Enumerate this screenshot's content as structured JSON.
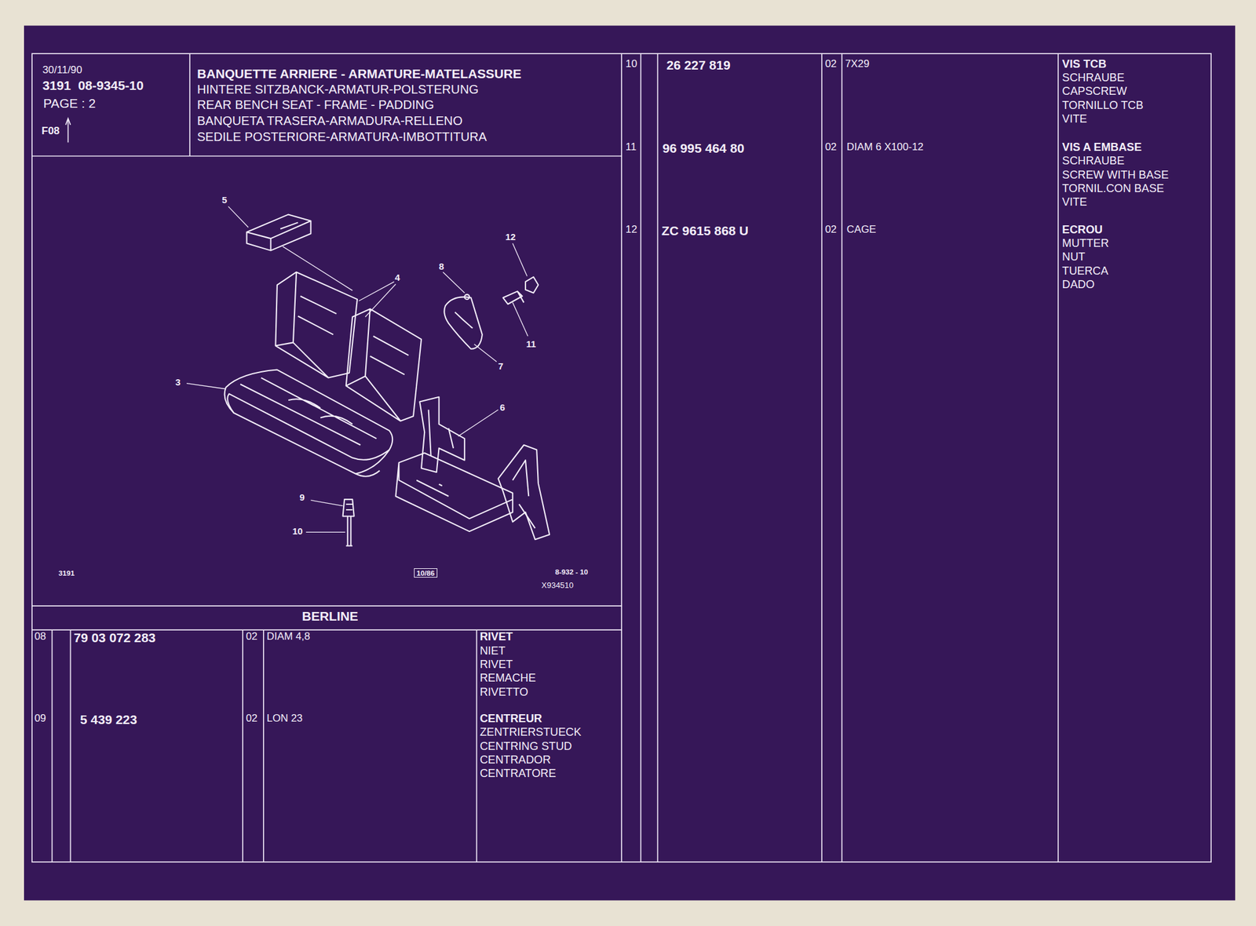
{
  "diagram": {
    "title": "BANQUETTE ARRIERE - ARMATURE-MATELASSURE",
    "labels": [
      "30/11/90",
      "3191  08-9345-10",
      "PAGE : 2",
      "F08",
      "HINTERE SITZBANCK-ARMATUR-POLSTERUNG",
      "REAR BENCH SEAT - FRAME - PADDING",
      "BANQUETA TRASERA-ARMADURA-RELLENO",
      "SEDILE POSTERIORE-ARMATURA-IMBOTTITURA",
      "5",
      "4",
      "8",
      "12",
      "3",
      "7",
      "11",
      "6",
      "9",
      "10",
      "3191",
      "10/86",
      "8-932 - 10",
      "X934510",
      "BERLINE",
      "08",
      "79 03 072 283",
      "02",
      "DIAM 4,8",
      "RIVET",
      "NIET",
      "RIVET",
      "REMACHE",
      "RIVETTO",
      "09",
      "5 439 223",
      "02",
      "LON 23",
      "CENTREUR",
      "ZENTRIERSTUECK",
      "CENTRING STUD",
      "CENTRADOR",
      "CENTRATORE",
      "10",
      "26 227 819",
      "02",
      "7X29",
      "VIS TCB",
      "SCHRAUBE",
      "CAPSCREW",
      "TORNILLO TCB",
      "VITE",
      "11",
      "96 995 464 80",
      "02",
      "DIAM 6 X100-12",
      "VIS A EMBASE",
      "SCHRAUBE",
      "SCREW WITH BASE",
      "TORNIL.CON BASE",
      "VITE",
      "12",
      "ZC 9615 868 U",
      "02",
      "CAGE",
      "ECROU",
      "MUTTER",
      "NUT",
      "TUERCA",
      "DADO"
    ]
  }
}
